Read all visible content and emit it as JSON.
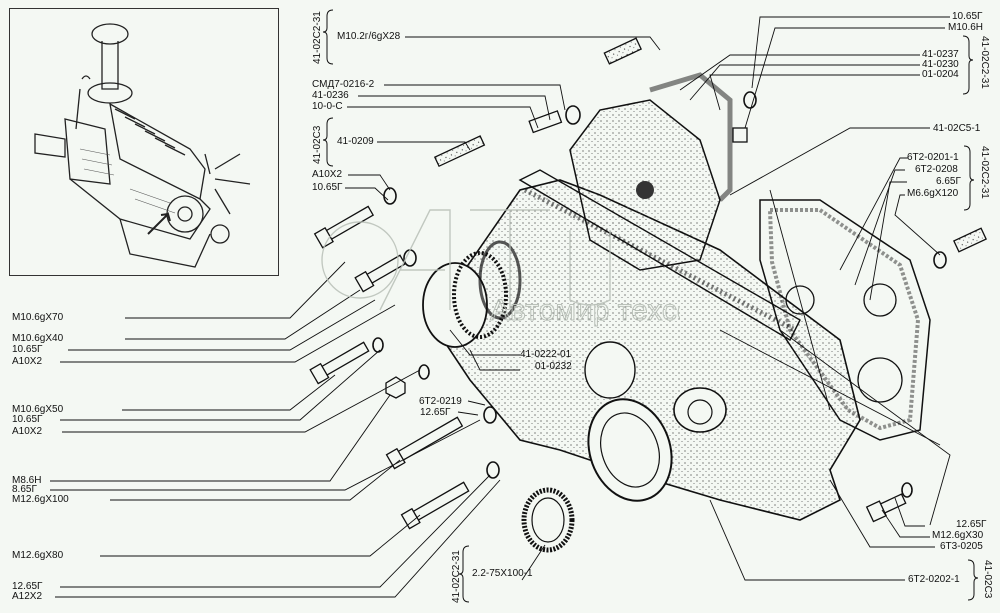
{
  "diagram": {
    "title": "Timing gear cover assembly — exploded view",
    "inset_description": "engine-overview-with-arrow",
    "watermark_text": "Автомир техсервис",
    "background_color": "#f4f8f3",
    "line_color": "#111111"
  },
  "left_labels": [
    {
      "id": "m10-70",
      "text": "M10.6gX70"
    },
    {
      "id": "m10-40",
      "text": "M10.6gX40"
    },
    {
      "id": "w10-65a",
      "text": "10.65Г"
    },
    {
      "id": "a10x2a",
      "text": "A10X2"
    },
    {
      "id": "m10-50",
      "text": "M10.6gX50"
    },
    {
      "id": "w10-65b",
      "text": "10.65Г"
    },
    {
      "id": "a10x2b",
      "text": "A10X2"
    },
    {
      "id": "m8-6h",
      "text": "M8.6H"
    },
    {
      "id": "w8-65",
      "text": "8.65Г"
    },
    {
      "id": "m12-100",
      "text": "M12.6gX100"
    },
    {
      "id": "m12-80",
      "text": "M12.6gX80"
    },
    {
      "id": "w12-65a",
      "text": "12.65Г"
    },
    {
      "id": "a12x2",
      "text": "A12X2"
    }
  ],
  "top_labels": [
    {
      "id": "group1",
      "text": "41-02C2-31"
    },
    {
      "id": "stud-m10",
      "text": "M10.2г/6gX28"
    },
    {
      "id": "smd7",
      "text": "СМД7-0216-2"
    },
    {
      "id": "p0236",
      "text": "41-0236"
    },
    {
      "id": "p10-0-c",
      "text": "10-0-С"
    },
    {
      "id": "group2",
      "text": "41-02C3"
    },
    {
      "id": "p0209",
      "text": "41-0209"
    },
    {
      "id": "a10x2c",
      "text": "A10X2"
    },
    {
      "id": "w10-65c",
      "text": "10.65Г"
    }
  ],
  "center_labels": [
    {
      "id": "p0222",
      "text": "41-0222-01"
    },
    {
      "id": "p0232",
      "text": "01-0232"
    },
    {
      "id": "p6t2-0219",
      "text": "6T2-0219"
    },
    {
      "id": "w12-65b",
      "text": "12.65Г"
    },
    {
      "id": "group3",
      "text": "41-02C2-31"
    },
    {
      "id": "seal",
      "text": "2.2-75X100-1"
    }
  ],
  "right_labels": [
    {
      "id": "w10-65d",
      "text": "10.65Г"
    },
    {
      "id": "m10-6h",
      "text": "M10.6H"
    },
    {
      "id": "p0237",
      "text": "41-0237"
    },
    {
      "id": "p0230",
      "text": "41-0230"
    },
    {
      "id": "p0204",
      "text": "01-0204"
    },
    {
      "id": "group4",
      "text": "41-02C2-31"
    },
    {
      "id": "p02c5",
      "text": "41-02C5-1"
    },
    {
      "id": "p6t2-0201",
      "text": "6T2-0201-1"
    },
    {
      "id": "p6t2-0208",
      "text": "6T2-0208"
    },
    {
      "id": "w6-65",
      "text": "6.65Г"
    },
    {
      "id": "m6-120",
      "text": "M6.6gX120"
    },
    {
      "id": "group5",
      "text": "41-02C2-31"
    },
    {
      "id": "w12-65c",
      "text": "12.65Г"
    },
    {
      "id": "m12-30",
      "text": "M12.6gX30"
    },
    {
      "id": "p6t3-0205",
      "text": "6T3-0205"
    },
    {
      "id": "p6t2-0202",
      "text": "6T2-0202-1"
    },
    {
      "id": "group6",
      "text": "41-02C3"
    }
  ]
}
